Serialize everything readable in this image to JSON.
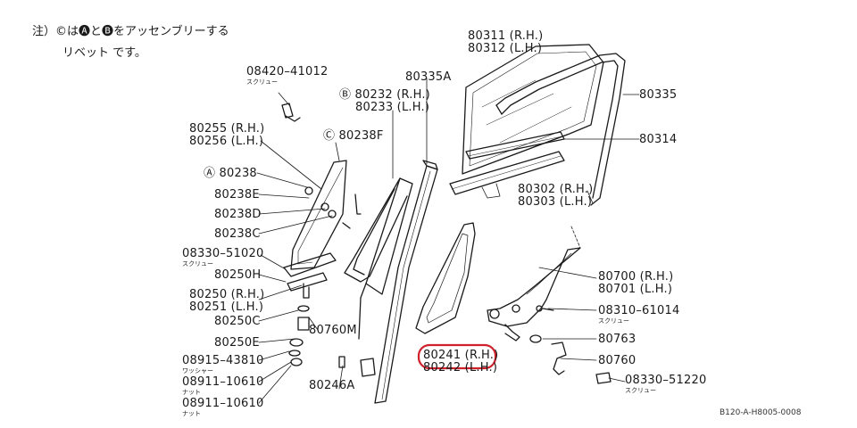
{
  "note": {
    "line1": "注）©は🅐と🅑をアッセンブリーする",
    "line2": "リベット です。"
  },
  "labels": {
    "p08420_41012": "08420–41012",
    "screw_1": "スクリュー",
    "p80232": "Ⓑ 80232 (R.H.)",
    "p80233": "80233 (L.H.)",
    "p80335A": "80335A",
    "p80311": "80311 (R.H.)",
    "p80312": "80312 (L.H.)",
    "p80335": "80335",
    "p80314": "80314",
    "p80255": "80255 (R.H.)",
    "p80256": "80256 (L.H.)",
    "p80238F": "Ⓒ 80238F",
    "p80238": "Ⓐ 80238",
    "p80238E": "80238E",
    "p80238D": "80238D",
    "p80238C": "80238C",
    "p08330_51020": "08330–51020",
    "screw_2": "スクリュー",
    "p80250H": "80250H",
    "p80250": "80250 (R.H.)",
    "p80251": "80251 (L.H.)",
    "p80250C": "80250C",
    "p80250E": "80250E",
    "p08915_43810": "08915–43810",
    "washer": "ワッシャー",
    "p08911_a": "08911–10610",
    "nut_1": "ナット",
    "p08911_b": "08911–10610",
    "nut_2": "ナット",
    "p80760M": "80760M",
    "p80246A": "80246A",
    "p80302": "80302 (R.H.)",
    "p80303": "80303 (L.H.)",
    "p80700": "80700 (R.H.)",
    "p80701": "80701 (L.H.)",
    "p08310_61014": "08310–61014",
    "screw_3": "スクリュー",
    "p80763": "80763",
    "p80241": "80241 (R.H.)",
    "p80242": "80242 (L.H.)",
    "p80760": "80760",
    "p08330_51220": "08330–51220",
    "screw_4": "スクリュー",
    "figure_code": "B120-A-H8005-0008"
  },
  "colors": {
    "ink": "#1a1a1a",
    "highlight": "#d0202a"
  }
}
